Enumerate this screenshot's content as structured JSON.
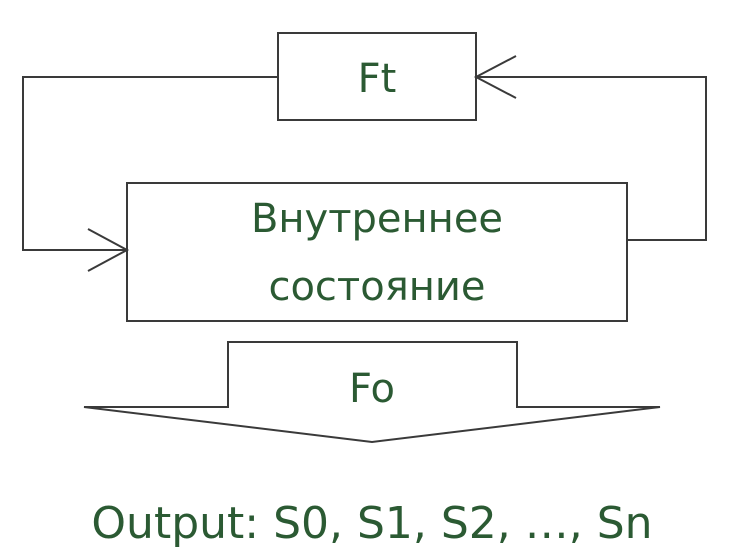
{
  "diagram": {
    "transition_label": "Ft",
    "state_label_line1": "Внутреннее",
    "state_label_line2": "состояние",
    "output_function_label": "Fo",
    "output_text": "Output: S0, S1, S2, …, Sn"
  },
  "colors": {
    "text": "#2b5a33",
    "lines": "#3a3a3a"
  }
}
